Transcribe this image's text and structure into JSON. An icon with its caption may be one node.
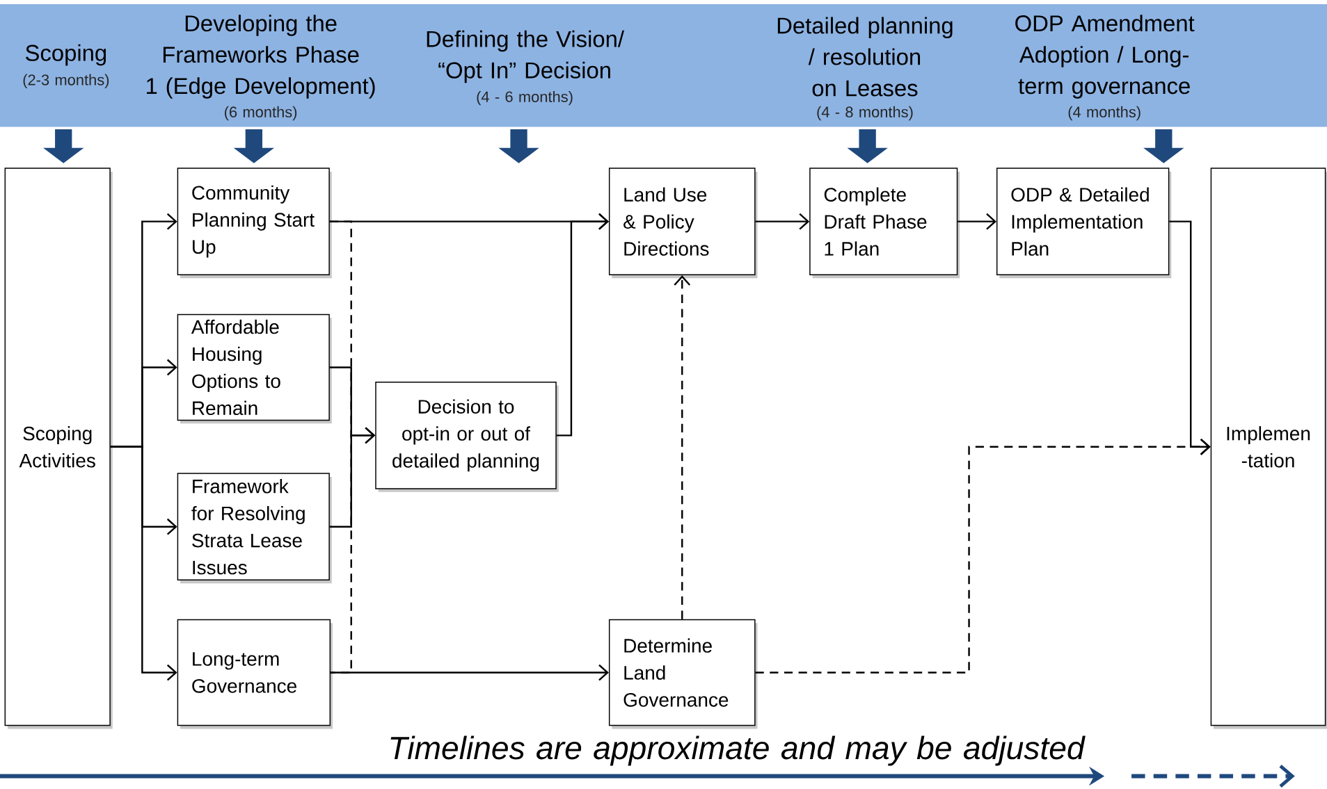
{
  "diagram": {
    "nodes": [
      {
        "text": [
          "Scoping Activities"
        ]
      },
      {
        "text": [
          "Community Planning Start Up"
        ]
      },
      {
        "text": [
          "Affordable Housing Options to Remain"
        ]
      },
      {
        "text": [
          "Framework for Resolving Strata Lease Issues"
        ]
      },
      {
        "text": [
          "Long-term Governance"
        ]
      },
      {
        "text": [
          "Decision to opt-in or out of detailed planning"
        ]
      },
      {
        "text": [
          "Land Use & Policy Directions"
        ]
      },
      {
        "text": [
          "Determine Land Governance"
        ]
      },
      {
        "text": [
          "Complete Draft Phase 1 Plan"
        ]
      },
      {
        "text": [
          "ODP & Detailed Implementation Plan"
        ]
      },
      {
        "text": [
          "Implemen -tation"
        ]
      }
    ],
    "edges": [
      {
        "from": 0,
        "to": 1,
        "arrow": "to"
      },
      {
        "from": 0,
        "to": 2,
        "arrow": "to"
      },
      {
        "from": 0,
        "to": 3,
        "arrow": "to"
      },
      {
        "from": 0,
        "to": 4,
        "arrow": "to"
      },
      {
        "from": 1,
        "to": 6,
        "arrow": "to"
      },
      {
        "from": 2,
        "to": 5,
        "arrow": "to"
      },
      {
        "from": 3,
        "to": 5,
        "arrow": "to"
      },
      {
        "from": 5,
        "to": 6,
        "arrow": "to"
      },
      {
        "from": 1,
        "to": 4,
        "arrow": "none",
        "style": "dashed"
      },
      {
        "from": 4,
        "to": 7,
        "arrow": "to"
      },
      {
        "from": 7,
        "to": 6,
        "arrow": "to",
        "style": "dashed"
      },
      {
        "from": 6,
        "to": 8,
        "arrow": "to"
      },
      {
        "from": 8,
        "to": 9,
        "arrow": "to"
      },
      {
        "from": 9,
        "to": 10,
        "arrow": "to"
      },
      {
        "from": 7,
        "to": 10,
        "arrow": "to",
        "style": "dashed"
      }
    ],
    "labels": [
      "Scoping",
      "(2-3 months)",
      "Developing the Frameworks Phase 1 (Edge Development)",
      "(6 months)",
      "Defining the Vision/ “Opt In” Decision",
      "(4 - 6 months)",
      "Detailed planning / resolution on Leases",
      "(4 - 8 months)",
      "ODP Amendment Adoption / Long-term governance",
      "(4 months)",
      "Timelines are approximate and may be adjusted"
    ]
  }
}
